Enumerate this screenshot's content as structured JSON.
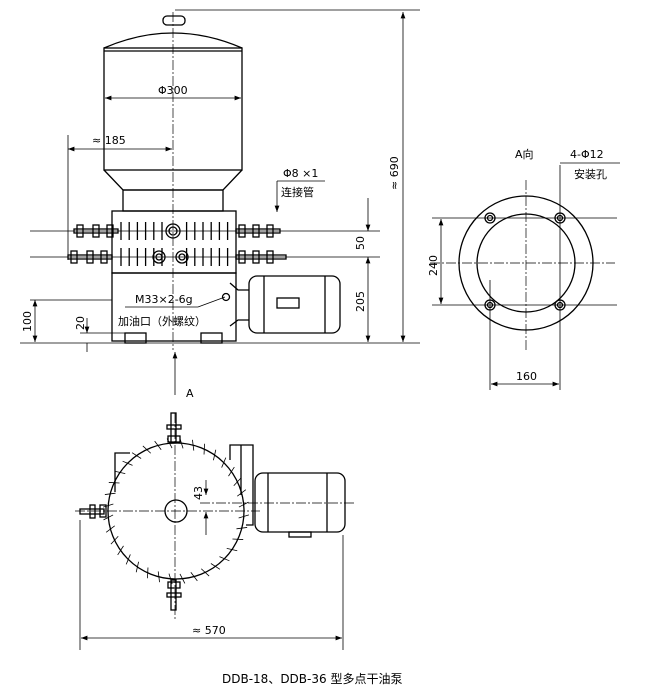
{
  "front_view": {
    "dim_diameter": "Φ300",
    "dim_185": "≈ 185",
    "dim_690": "≈ 690",
    "dim_50": "50",
    "dim_205": "205",
    "dim_100": "100",
    "dim_20": "20",
    "pipe_spec": "Φ8 ×1",
    "pipe_label": "连接管",
    "thread_spec": "M33×2-6g",
    "thread_label": "加油口（外螺纹）",
    "view_arrow": "A"
  },
  "a_view": {
    "title": "A向",
    "holes_spec": "4-Φ12",
    "holes_label": "安装孔",
    "dim_240": "240",
    "dim_160": "160"
  },
  "top_view": {
    "dim_43": "43",
    "dim_570": "≈ 570"
  },
  "caption": "DDB-18、DDB-36 型多点干油泵"
}
